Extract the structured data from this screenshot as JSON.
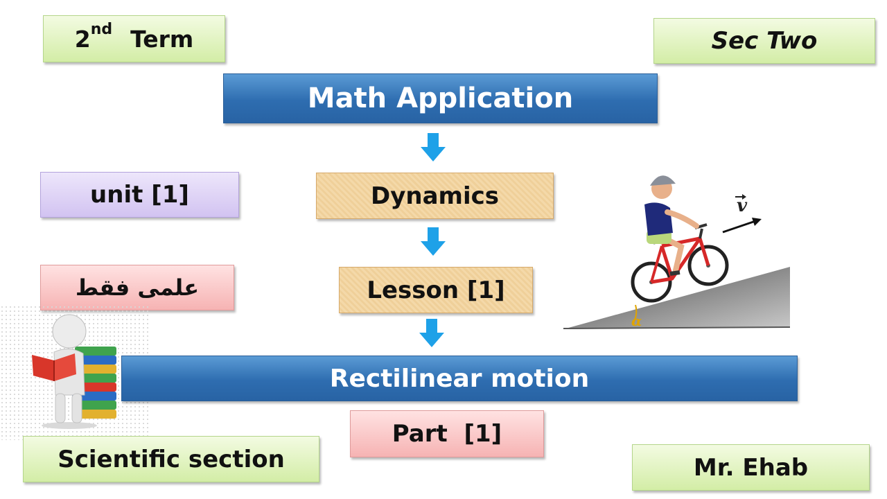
{
  "header": {
    "term_number": "2",
    "term_suffix": "nd",
    "term_word": "Term",
    "grade": "Sec Two"
  },
  "subject": "Math Application",
  "unit": "unit [1]",
  "branch_arabic": "علمى فقط",
  "topic": "Dynamics",
  "lesson": "Lesson [1]",
  "lesson_title": "Rectilinear motion",
  "part": "Part  [1]",
  "section": "Scientific section",
  "teacher": "Mr. Ehab",
  "illustration": {
    "velocity_label": "v",
    "angle_label": "α"
  },
  "colors": {
    "green_box": "#d3eda6",
    "blue_box": "#2e6db0",
    "purple_box": "#d2c3f1",
    "pink_box": "#f6b3b3",
    "paper_box": "#f4d9a9",
    "arrow": "#1ea1e8"
  }
}
